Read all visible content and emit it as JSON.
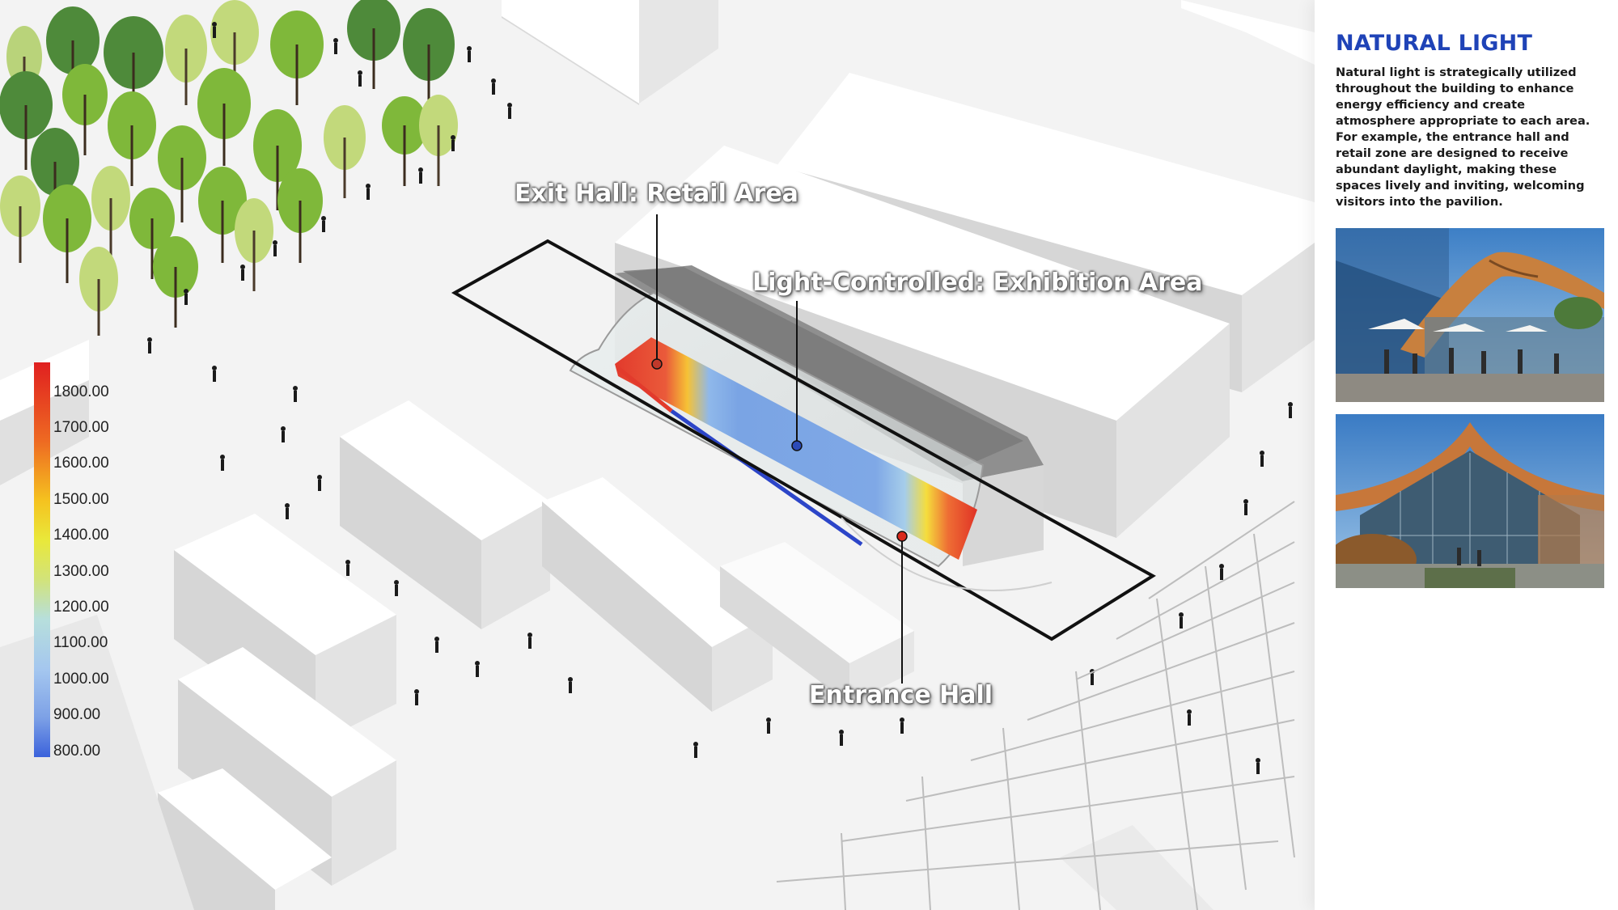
{
  "sidebar": {
    "title": "NATURAL LIGHT",
    "body": "Natural light is strategically utilized throughout the building to enhance energy efficiency and create atmosphere appropriate to each area. For example, the entrance hall and retail zone are designed to receive abundant daylight, making these spaces lively and inviting, welcoming visitors into the pavilion."
  },
  "callouts": {
    "exit_hall": "Exit Hall: Retail Area",
    "light_controlled": "Light-Controlled: Exhibition Area",
    "entrance_hall": "Entrance Hall"
  },
  "legend": {
    "ticks": [
      "1800.00",
      "1700.00",
      "1600.00",
      "1500.00",
      "1400.00",
      "1300.00",
      "1200.00",
      "1100.00",
      "1000.00",
      "900.00",
      "800.00"
    ],
    "colors": [
      "#e02020",
      "#e8442a",
      "#ee6a22",
      "#f2951e",
      "#f5c21f",
      "#e9e83a",
      "#d2e37a",
      "#b7dfdc",
      "#a4c6ef",
      "#7da1e6",
      "#3b62db"
    ]
  },
  "colors": {
    "accent": "#1f43b7",
    "tree_dark": "#4e8a3a",
    "tree_mid": "#7fb83a",
    "tree_light": "#c2d97b"
  }
}
